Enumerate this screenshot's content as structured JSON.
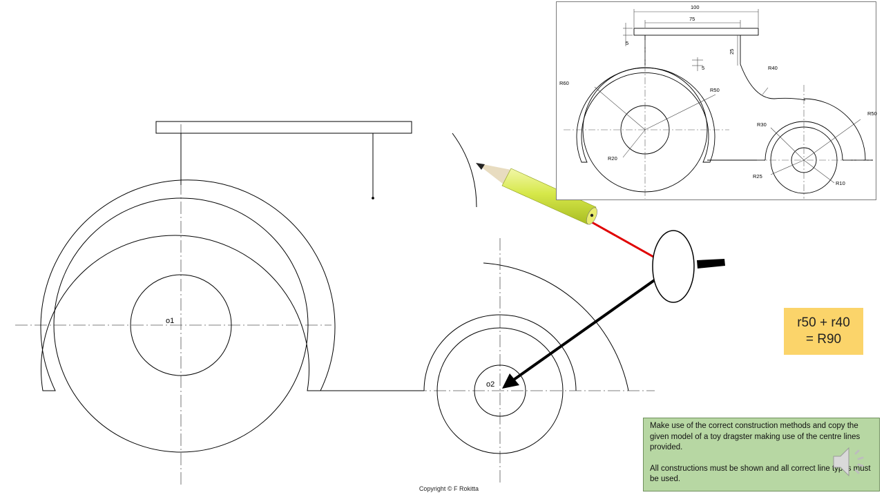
{
  "main_drawing": {
    "labels": {
      "o1": "o1",
      "o2": "o2"
    }
  },
  "reference_drawing": {
    "dimensions": {
      "d100": "100",
      "d75": "75",
      "d5_top": "5",
      "d5_mid": "5",
      "d25": "25",
      "r60": "R60",
      "r50_left": "R50",
      "r40": "R40",
      "r50_right": "R50",
      "r30": "R30",
      "r20": "R20",
      "r25": "R25",
      "r10": "R10"
    }
  },
  "formula": {
    "line1": "r50 + r40",
    "line2": "= R90"
  },
  "instructions": {
    "paragraph1": "Make use of the correct construction methods and copy the given model of a toy dragster making use of the centre lines provided.",
    "paragraph2": "All constructions must be shown and all correct line types must be used."
  },
  "footer": {
    "copyright": "Copyright © F Rokitta"
  },
  "icons": {
    "pencil": "pencil-icon",
    "compass": "compass-icon",
    "speaker": "speaker-icon"
  },
  "colors": {
    "formula_bg": "#fbd46a",
    "instructions_bg": "#b7d7a3",
    "pencil_body": "#d6e84a",
    "construction_line": "#e00000"
  }
}
